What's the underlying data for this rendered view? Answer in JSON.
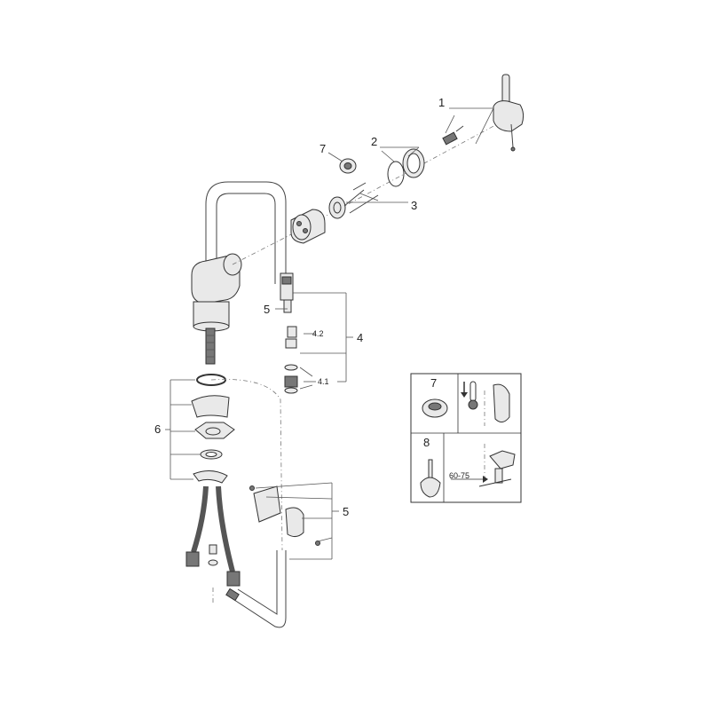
{
  "callouts": {
    "c1": "1",
    "c2": "2",
    "c3": "3",
    "c4": "4",
    "c4_2": "4.2",
    "c4_1": "4.1",
    "c5_top": "5",
    "c5_bottom": "5",
    "c6": "6",
    "c7": "7"
  },
  "inset": {
    "panel_7": "7",
    "panel_8": "8",
    "dimension": "60-75"
  }
}
